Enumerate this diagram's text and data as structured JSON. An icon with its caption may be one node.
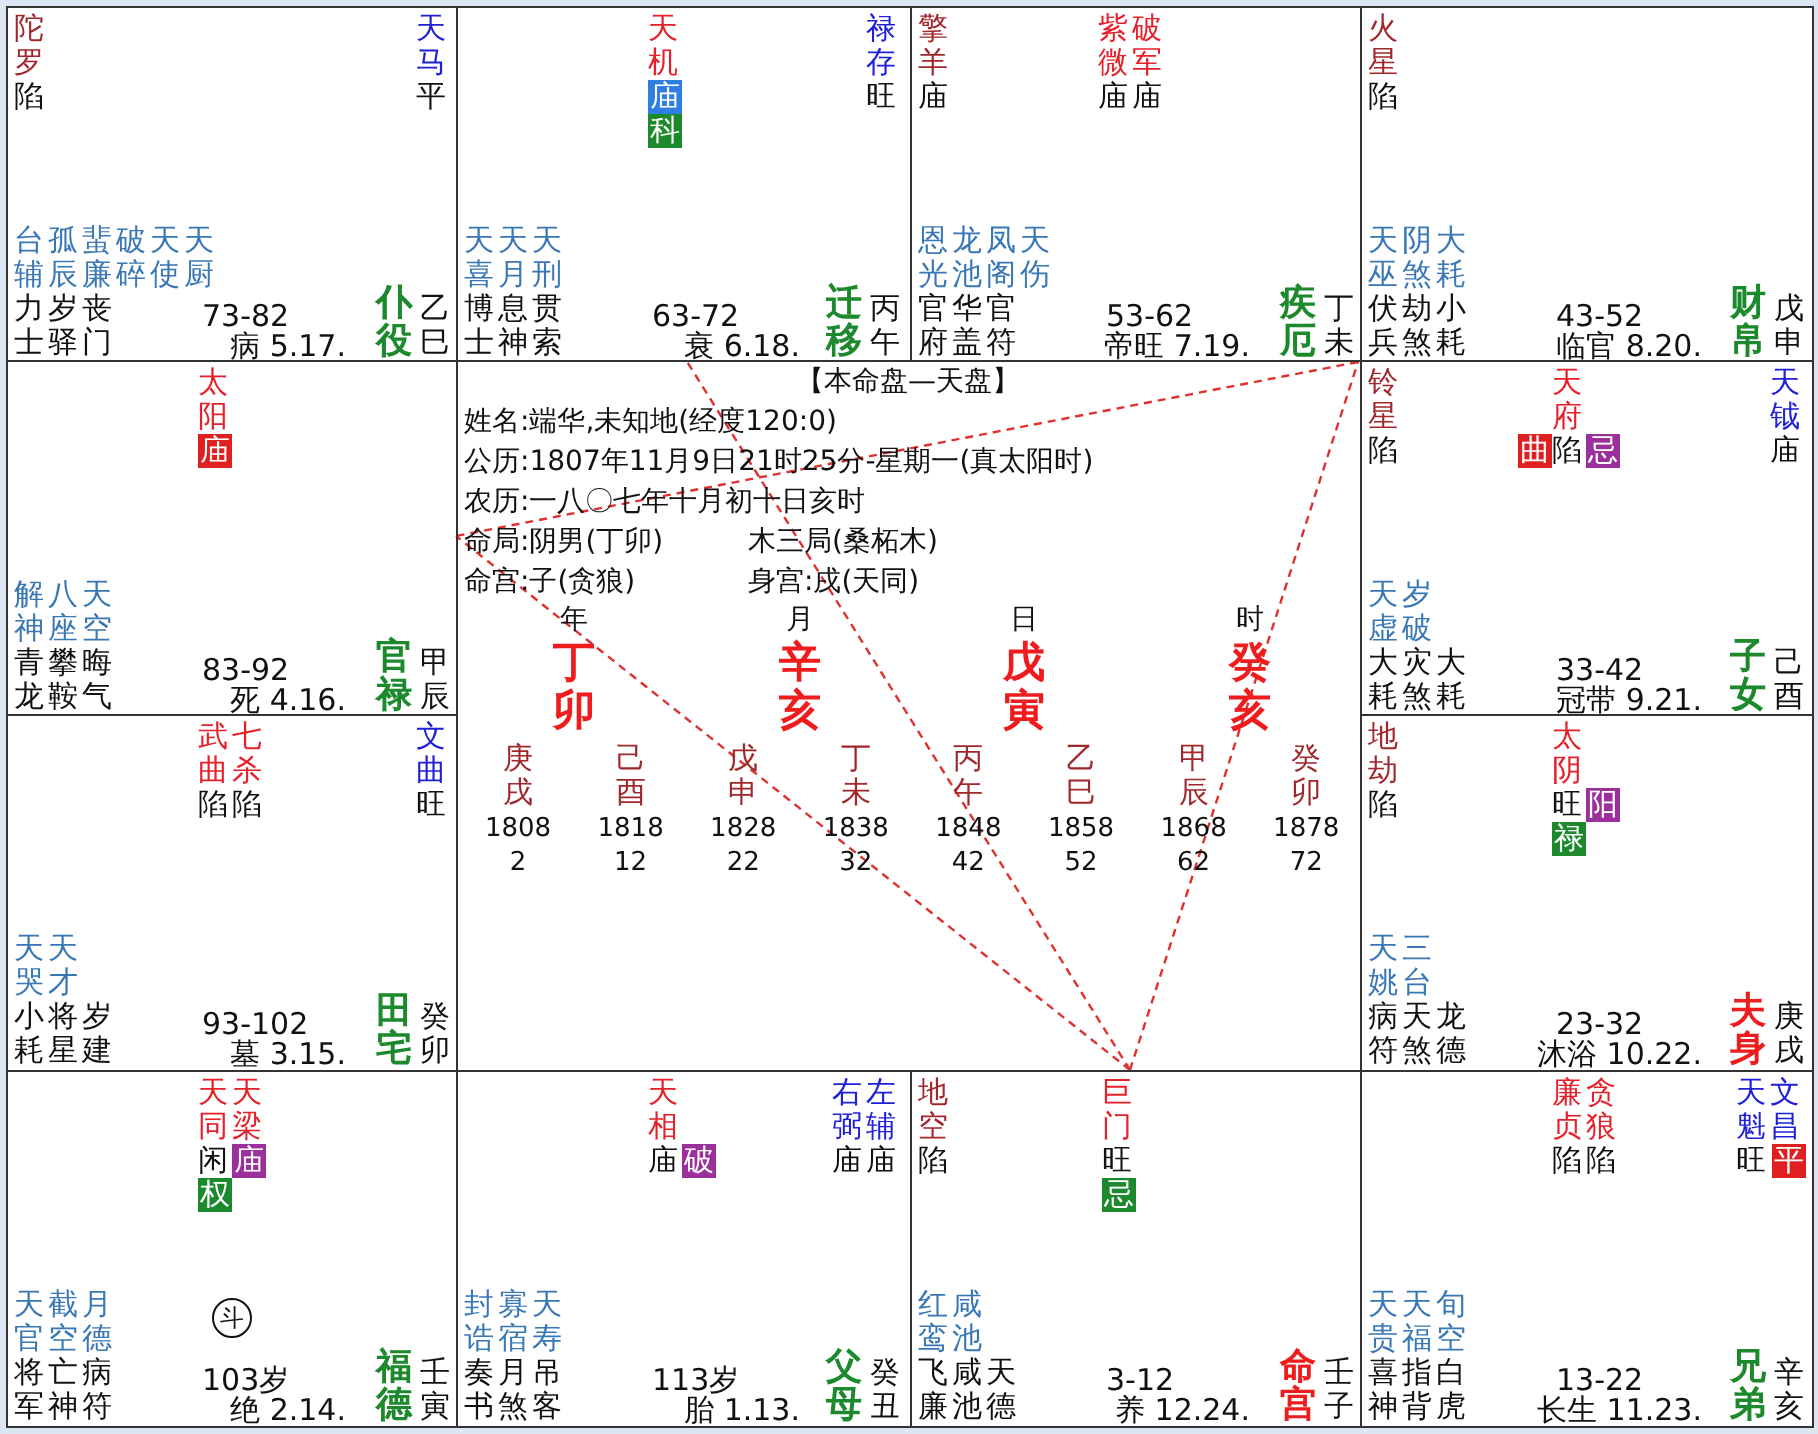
{
  "diagram": {
    "nodes": [
      {
        "text": [
          "陀罗",
          "陷",
          "天马",
          "平",
          "台孤蜚破天天",
          "辅辰廉碎使厨",
          "力岁丧",
          "士驿门",
          "73-82",
          "病 5.17.",
          "仆役",
          "乙巳"
        ]
      },
      {
        "text": [
          "天机",
          "禄存",
          "旺",
          "天天天",
          "喜月刑",
          "博息贯",
          "士神索",
          "63-72",
          "衰 6.18.",
          "迁移",
          "丙午"
        ]
      },
      {
        "text": [
          "擎羊",
          "庙",
          "紫微",
          "破军",
          "庙",
          "庙",
          "恩龙凤天",
          "光池阁伤",
          "官华官",
          "府盖符",
          "53-62",
          "帝旺 7.19.",
          "疾厄",
          "丁未"
        ]
      },
      {
        "text": [
          "火星",
          "陷",
          "天阴大",
          "巫煞耗",
          "伏劫小",
          "兵煞耗",
          "43-52",
          "临官 8.20.",
          "财帛",
          "戊申"
        ]
      },
      {
        "text": [
          "太阳",
          "解八天",
          "神座空",
          "青攀晦",
          "龙鞍气",
          "83-92",
          "死 4.16.",
          "官禄",
          "甲辰"
        ]
      },
      {
        "text": [
          "铃星",
          "陷",
          "天府",
          "陷",
          "天钺",
          "庙",
          "天岁",
          "虚破",
          "大灾大",
          "耗煞耗",
          "33-42",
          "冠带 9.21.",
          "子女",
          "己酉"
        ]
      },
      {
        "text": [
          "武曲",
          "七杀",
          "陷",
          "陷",
          "文曲",
          "旺",
          "天天",
          "哭才",
          "小将岁",
          "耗星建",
          "93-102",
          "墓 3.15.",
          "田宅",
          "癸卯"
        ]
      },
      {
        "text": [
          "地劫",
          "陷",
          "太阴",
          "旺",
          "天三",
          "姚台",
          "病天龙",
          "符煞德",
          "23-32",
          "沐浴 10.22.",
          "夫身",
          "庚戌"
        ]
      },
      {
        "text": [
          "天同",
          "天梁",
          "闲",
          "天截月",
          "官空德",
          "将亡病",
          "军神符",
          "103岁",
          "绝 2.14.",
          "福德",
          "壬寅"
        ]
      },
      {
        "text": [
          "天相",
          "庙",
          "右弼",
          "左辅",
          "庙",
          "庙",
          "封寡天",
          "诰宿寿",
          "奏月吊",
          "书煞客",
          "113岁",
          "胎 1.13.",
          "父母",
          "癸丑"
        ]
      },
      {
        "text": [
          "地空",
          "陷",
          "巨门",
          "旺",
          "红咸",
          "鸾池",
          "飞咸天",
          "廉池德",
          "3-12",
          "养 12.24.",
          "命宫",
          "壬子"
        ]
      },
      {
        "text": [
          "廉贞",
          "贪狼",
          "陷",
          "陷",
          "天魁",
          "文昌",
          "旺",
          "天天旬",
          "贵福空",
          "喜指白",
          "神背虎",
          "13-22",
          "长生 11.23.",
          "兄弟",
          "辛亥"
        ]
      },
      {
        "text": [
          "斗"
        ],
        "in": 8
      },
      {
        "text": [
          "庙"
        ],
        "in": 1
      },
      {
        "text": [
          "科"
        ],
        "in": 1
      },
      {
        "text": [
          "庙"
        ],
        "in": 4
      },
      {
        "text": [
          "曲"
        ],
        "in": 5
      },
      {
        "text": [
          "忌"
        ],
        "in": 5
      },
      {
        "text": [
          "禄"
        ],
        "in": 7
      },
      {
        "text": [
          "阳"
        ],
        "in": 7
      },
      {
        "text": [
          "庙"
        ],
        "in": 8
      },
      {
        "text": [
          "权"
        ],
        "in": 8
      },
      {
        "text": [
          "破"
        ],
        "in": 9
      },
      {
        "text": [
          "忌"
        ],
        "in": 10
      },
      {
        "text": [
          "平"
        ],
        "in": 11
      }
    ],
    "edges": [
      {
        "from": 10,
        "to": 1,
        "arrow": "none",
        "style": "dashed"
      },
      {
        "from": 10,
        "to": 3,
        "arrow": "none",
        "style": "dashed"
      },
      {
        "from": 10,
        "to": 4,
        "arrow": "none",
        "style": "dashed"
      },
      {
        "from": 3,
        "to": 4,
        "arrow": "none",
        "style": "dashed"
      }
    ],
    "labels": [
      "【本命盘—天盘】",
      "姓名:端华,未知地(经度120:0)",
      "公历:1807年11月9日21时25分-星期一(真太阳时)",
      "农历:一八〇七年十月初十日亥时",
      "命局:阴男(丁卯)",
      "木三局(桑柘木)",
      "命宫:子(贪狼)",
      "身宫:戌(天同)",
      "年",
      "月",
      "日",
      "时",
      "丁卯",
      "辛亥",
      "戊寅",
      "癸亥",
      "庚戌",
      "1808",
      "2",
      "己酉",
      "1818",
      "12",
      "戊申",
      "1828",
      "22",
      "丁未",
      "1838",
      "32",
      "丙午",
      "1848",
      "42",
      "乙巳",
      "1858",
      "52",
      "甲辰",
      "1868",
      "62",
      "癸卯",
      "1878",
      "72"
    ]
  }
}
